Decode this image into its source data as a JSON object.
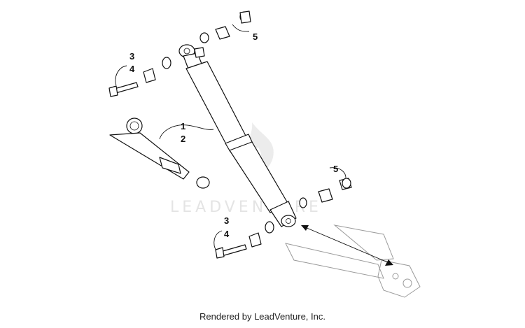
{
  "watermark": {
    "text": "LEADVENTURE"
  },
  "callouts": {
    "c1": "1",
    "c2": "2",
    "c3_upper": "3",
    "c4_upper": "4",
    "c5_upper": "5",
    "c3_lower": "3",
    "c4_lower": "4",
    "c5_lower": "5"
  },
  "footer": {
    "text": "Rendered by LeadVenture, Inc."
  }
}
